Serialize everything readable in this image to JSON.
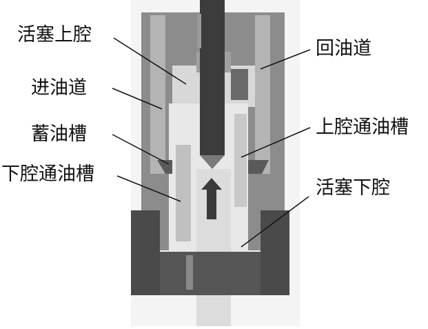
{
  "labels": {
    "piston_upper_chamber": "活塞上腔",
    "oil_return_passage": "回油道",
    "oil_inlet_passage": "进油道",
    "oil_storage_groove": "蓄油槽",
    "upper_chamber_oil_groove": "上腔通油槽",
    "lower_chamber_oil_groove": "下腔通油槽",
    "piston_lower_chamber": "活塞下腔"
  },
  "colors": {
    "body_mid": "#8a8a8a",
    "body_light": "#a8a8a8",
    "chamber": "#e6e6e6",
    "rod_dark": "#3d3d3d",
    "base_dark": "#4a4a4a",
    "arrow": "#3a3a3a",
    "leader": "#111111"
  }
}
